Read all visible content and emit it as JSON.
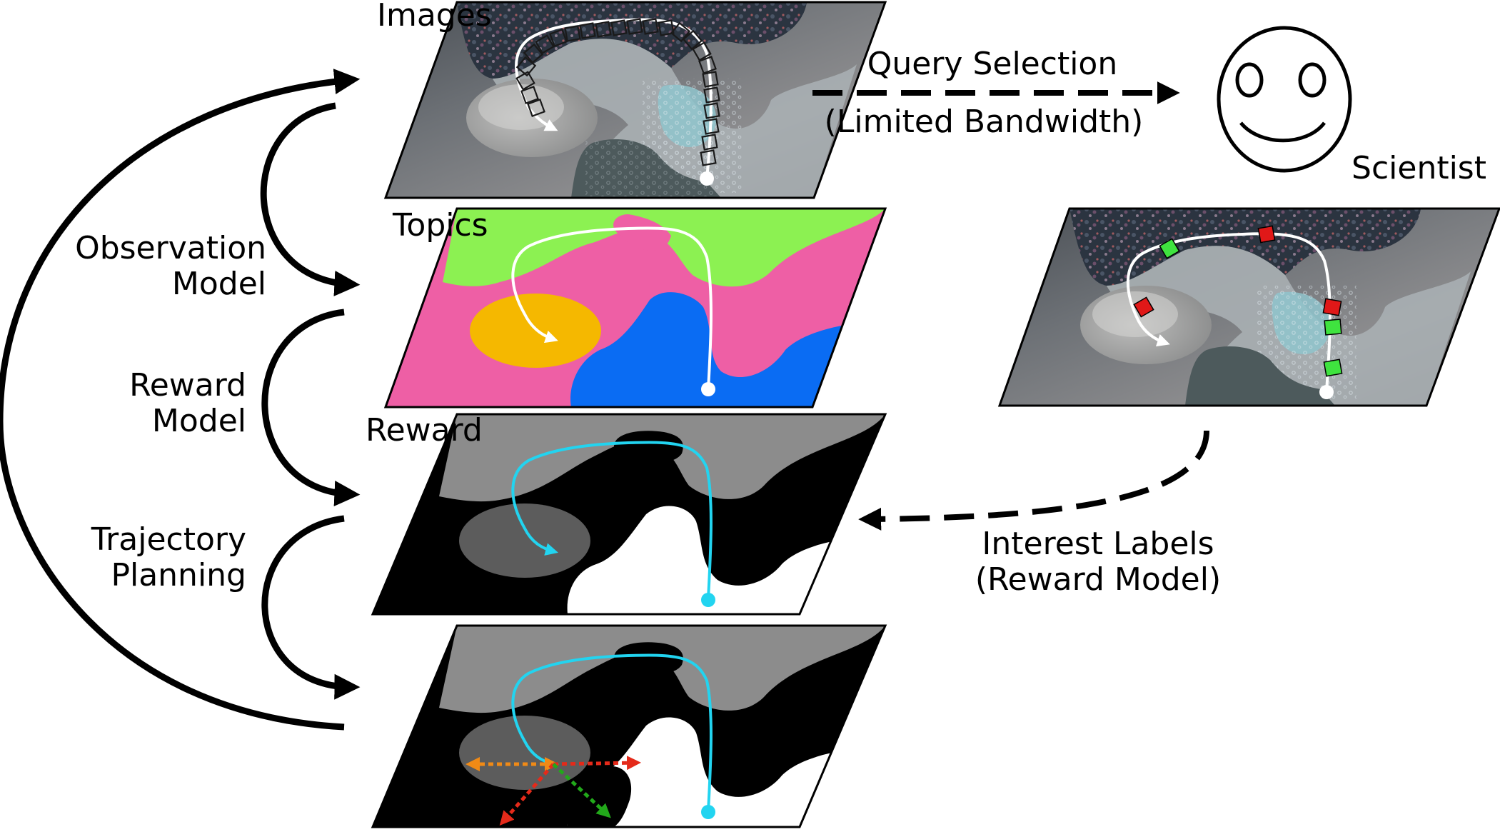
{
  "layers": {
    "images": "Images",
    "topics": "Topics",
    "reward": "Reward"
  },
  "loop_labels": {
    "observation_line1": "Observation",
    "observation_line2": "Model",
    "reward_line1": "Reward",
    "reward_line2": "Model",
    "trajectory_line1": "Trajectory",
    "trajectory_line2": "Planning"
  },
  "query": {
    "line1": "Query Selection",
    "line2": "(Limited Bandwidth)"
  },
  "scientist": "Scientist",
  "interest": {
    "line1": "Interest Labels",
    "line2": "(Reward Model)"
  },
  "colors": {
    "topic_pink": "#ee5fa5",
    "topic_green": "#8cf152",
    "topic_orange": "#f5b800",
    "topic_blue": "#0a6cf3",
    "reward_path": "#22d4f0",
    "label_green": "#3fe33f",
    "label_red": "#e01818",
    "action_orange": "#f08a16",
    "action_red": "#e42a1a",
    "action_green": "#22a81a"
  }
}
